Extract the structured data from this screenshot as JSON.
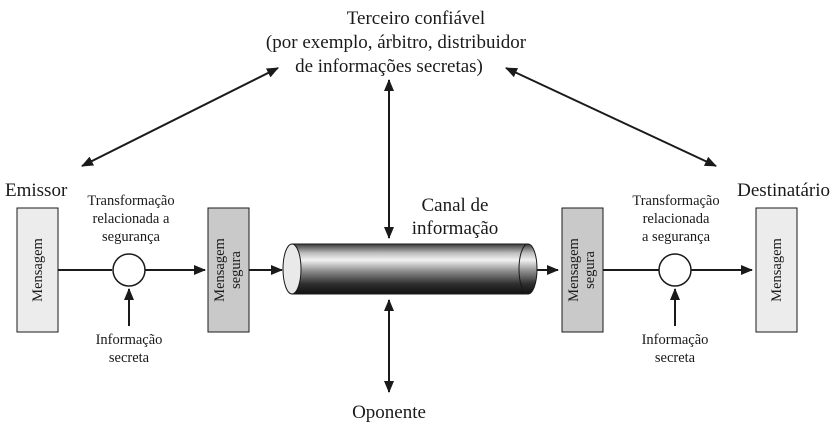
{
  "trusted_party": {
    "line1": "Terceiro confiável",
    "line2": "(por exemplo, árbitro, distribuidor",
    "line3": "de informações secretas)"
  },
  "sender": {
    "title": "Emissor",
    "message_box": "Mensagem",
    "transform_line1": "Transformação",
    "transform_line2": "relacionada a",
    "transform_line3": "segurança",
    "secret_line1": "Informação",
    "secret_line2": "secreta",
    "secure_line1": "Mensagem",
    "secure_line2": "segura"
  },
  "channel": {
    "line1": "Canal de",
    "line2": "informação"
  },
  "receiver": {
    "title": "Destinatário",
    "secure_line1": "Mensagem",
    "secure_line2": "segura",
    "transform_line1": "Transformação",
    "transform_line2": "relacionada",
    "transform_line3": "a segurança",
    "secret_line1": "Informação",
    "secret_line2": "secreta",
    "message_box": "Mensagem"
  },
  "opponent": {
    "label": "Oponente"
  },
  "colors": {
    "message_box": "#ececec",
    "secure_box": "#c9c9c9",
    "stroke": "#1a1a1a"
  }
}
